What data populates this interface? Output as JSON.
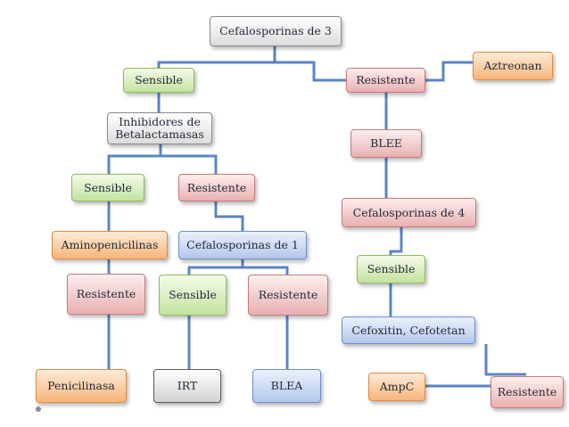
{
  "nodes": {
    "cef3": "Cefalosporinas de 3",
    "sensible_top": "Sensible",
    "resistente_top": "Resistente",
    "aztreonan": "Aztreonan",
    "inhibidores": "Inhibidores de Betalactamasas",
    "blee": "BLEE",
    "sensible_inh": "Sensible",
    "resistente_inh": "Resistente",
    "cef4": "Cefalosporinas de 4",
    "aminopenicilinas": "Aminopenicilinas",
    "cef1": "Cefalosporinas de 1",
    "sensible_cef4": "Sensible",
    "resistente_amino": "Resistente",
    "sensible_cef1": "Sensible",
    "resistente_cef1": "Resistente",
    "cefoxitin": "Cefoxitin, Cefotetan",
    "penicilinasa": "Penicilinasa",
    "irt": "IRT",
    "blea": "BLEA",
    "ampc": "AmpC",
    "resistente_ampc": "Resistente"
  },
  "colors": {
    "connector": "#5b84c6",
    "neutral": "#dcdcdc",
    "sensible": "#c3e3a0",
    "resistente": "#eab0b0",
    "drug": "#f7b57a",
    "cephalosporin": "#b4c8ec"
  }
}
